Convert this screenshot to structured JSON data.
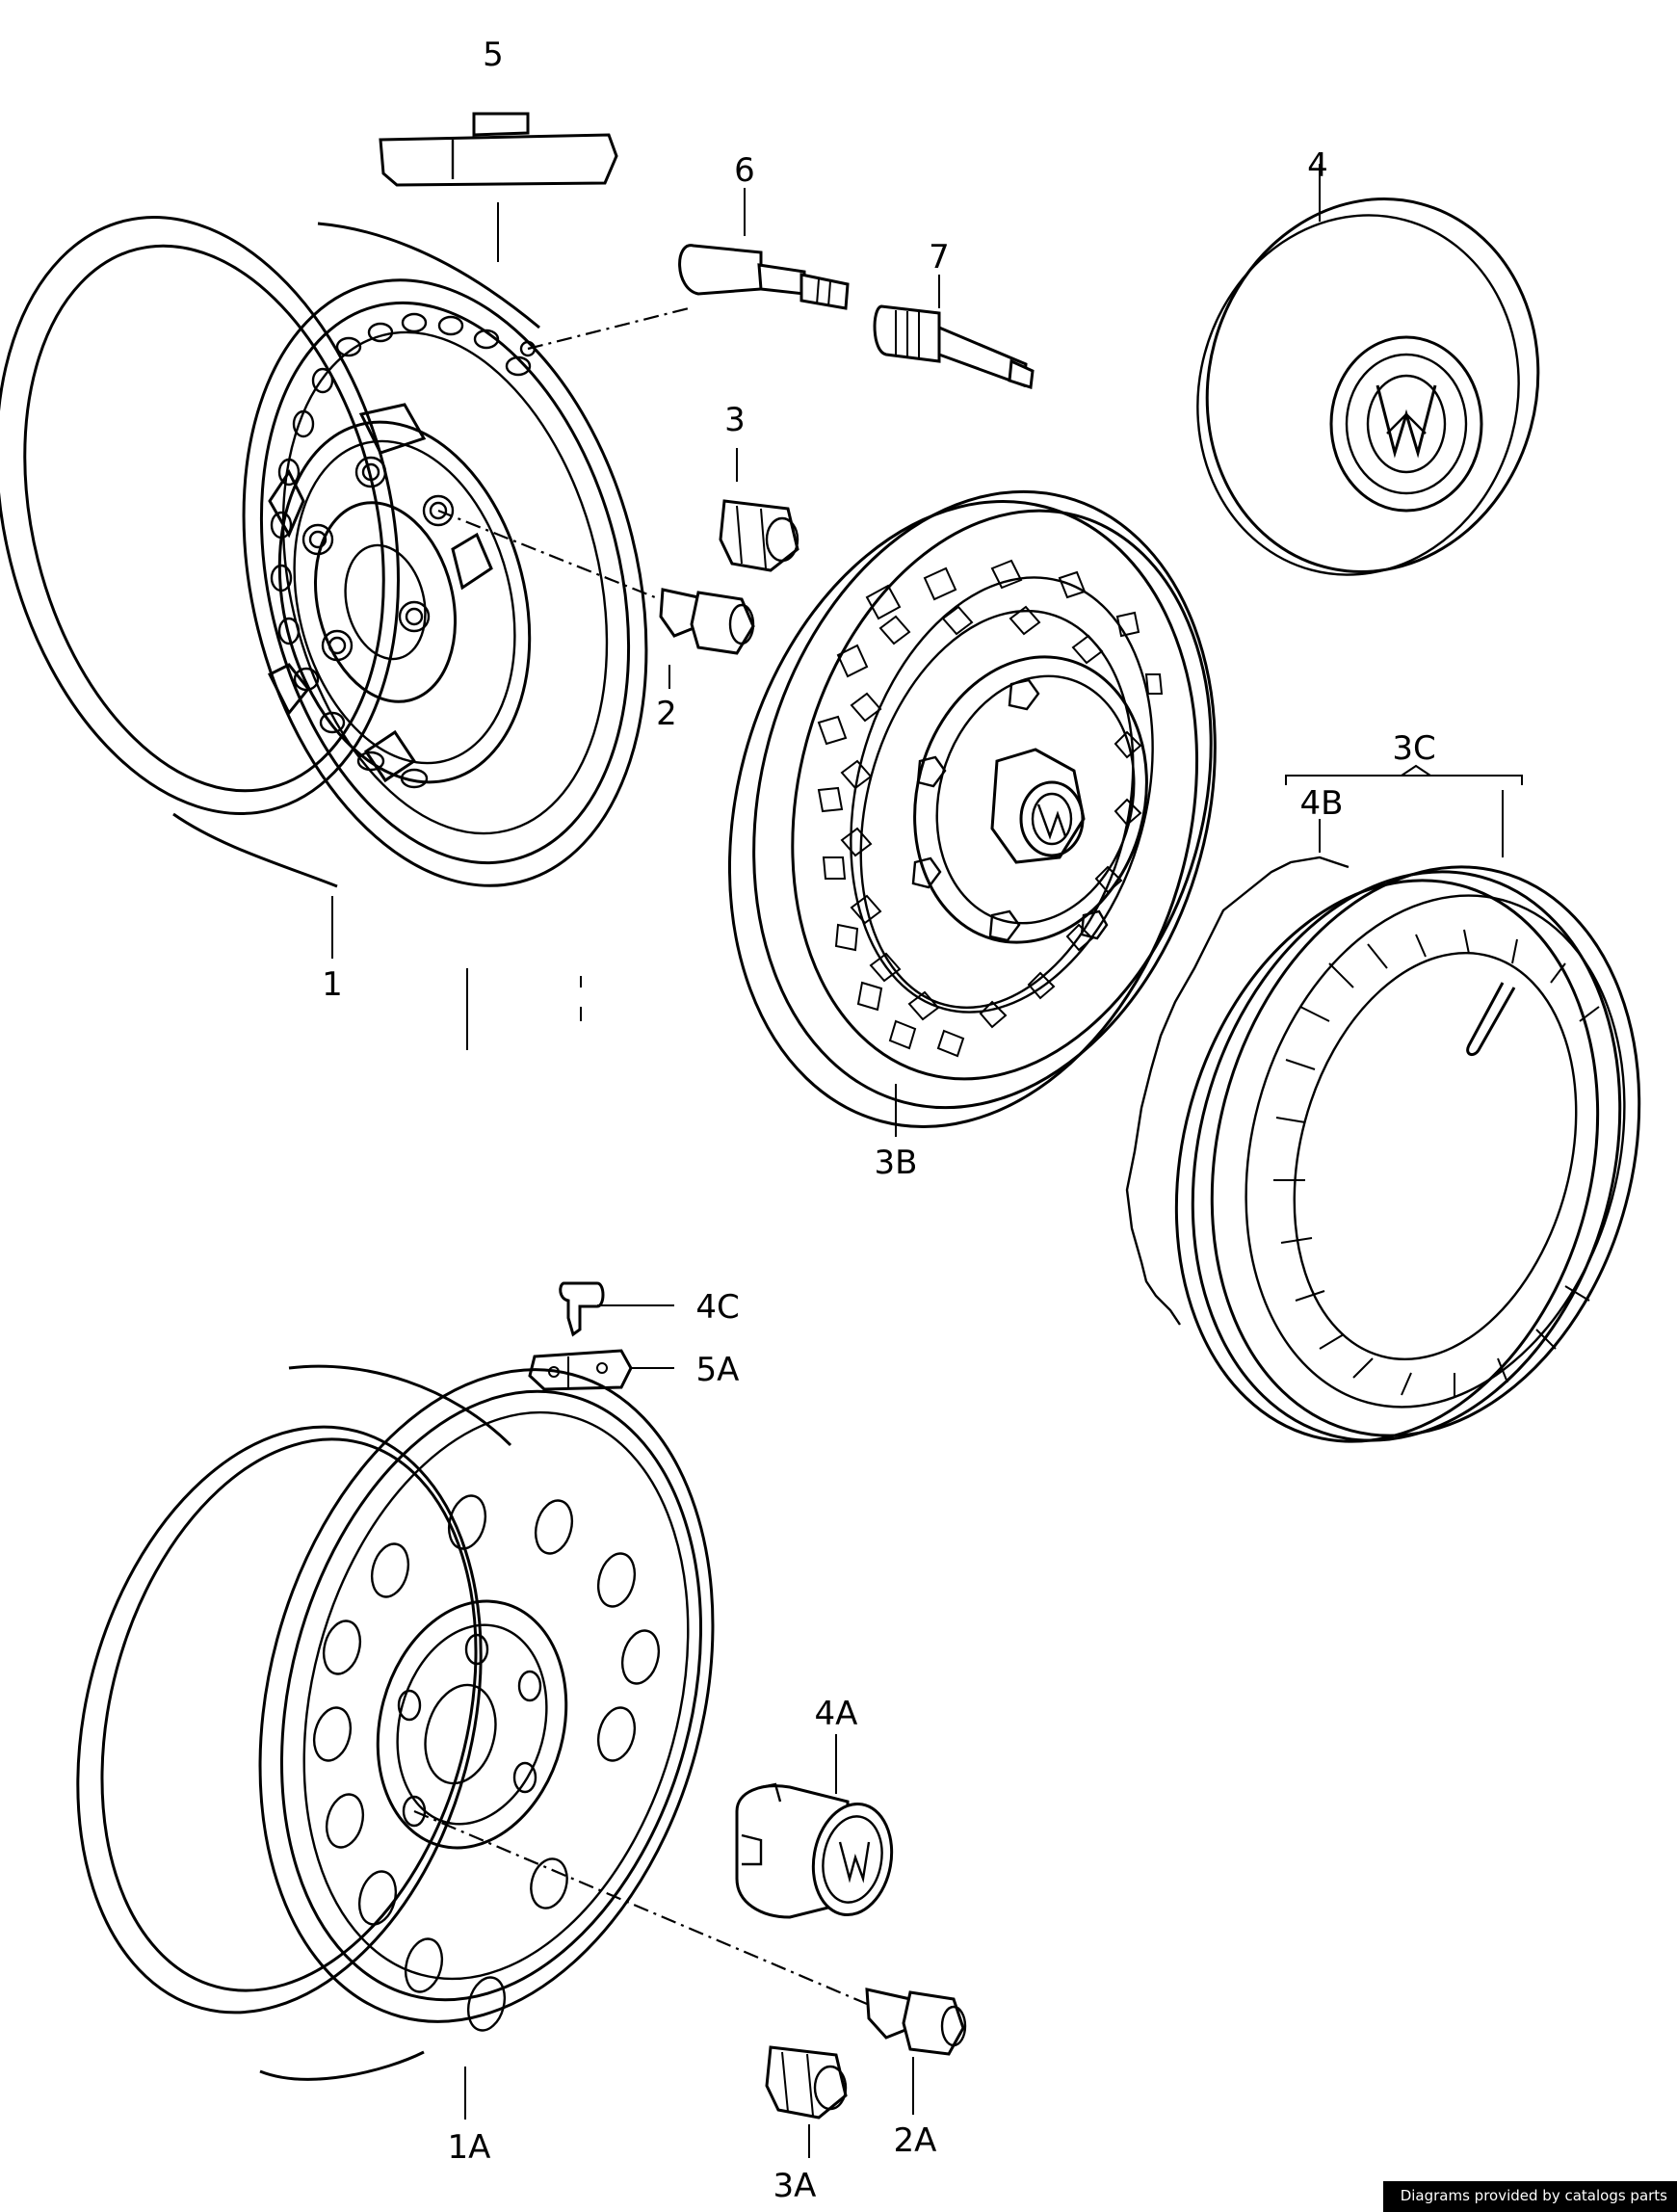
{
  "labels": {
    "p1": "1",
    "p2": "2",
    "p3": "3",
    "p4": "4",
    "p5": "5",
    "p6": "6",
    "p7": "7",
    "p3B": "3B",
    "p3C": "3C",
    "p4B": "4B",
    "p4C": "4C",
    "p5A": "5A",
    "p1A": "1A",
    "p2A": "2A",
    "p3A": "3A",
    "p4A": "4A"
  },
  "credit": "Diagrams provided by catalogs parts"
}
